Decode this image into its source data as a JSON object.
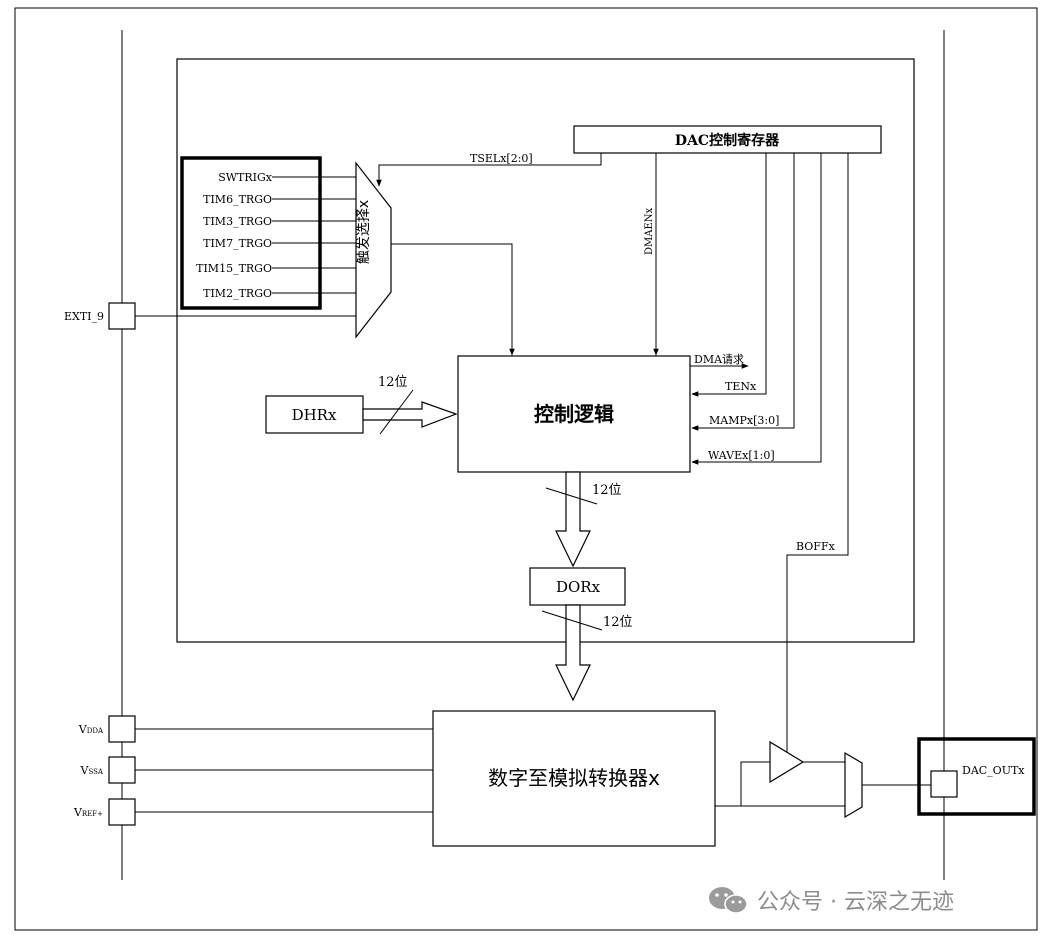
{
  "blocks": {
    "control_register": "DAC控制寄存器",
    "control_logic": "控制逻辑",
    "dhr": "DHRx",
    "dor": "DORx",
    "dac": "数字至模拟转换器x",
    "trigger_mux": "触发选择x"
  },
  "trigger_inputs": [
    "SWTRIGx",
    "TIM6_TRGO",
    "TIM3_TRGO",
    "TIM7_TRGO",
    "TIM15_TRGO",
    "TIM2_TRGO"
  ],
  "pins": {
    "exti": "EXTI_9",
    "vdda_main": "V",
    "vdda_sub": "DDA",
    "vssa_main": "V",
    "vssa_sub": "SSA",
    "vref_main": "V",
    "vref_sub": "REF+",
    "dac_out": "DAC_OUTx"
  },
  "signals": {
    "tsel": "TSELx[2:0]",
    "dmaen": "DMAENx",
    "dma_req": "DMA请求",
    "ten": "TENx",
    "mamp": "MAMPx[3:0]",
    "wave": "WAVEx[1:0]",
    "boff": "BOFFx"
  },
  "bus_widths": {
    "dhr_to_logic": "12位",
    "logic_to_dor": "12位",
    "dor_to_dac": "12位"
  },
  "watermark": "公众号 · 云深之无迹"
}
